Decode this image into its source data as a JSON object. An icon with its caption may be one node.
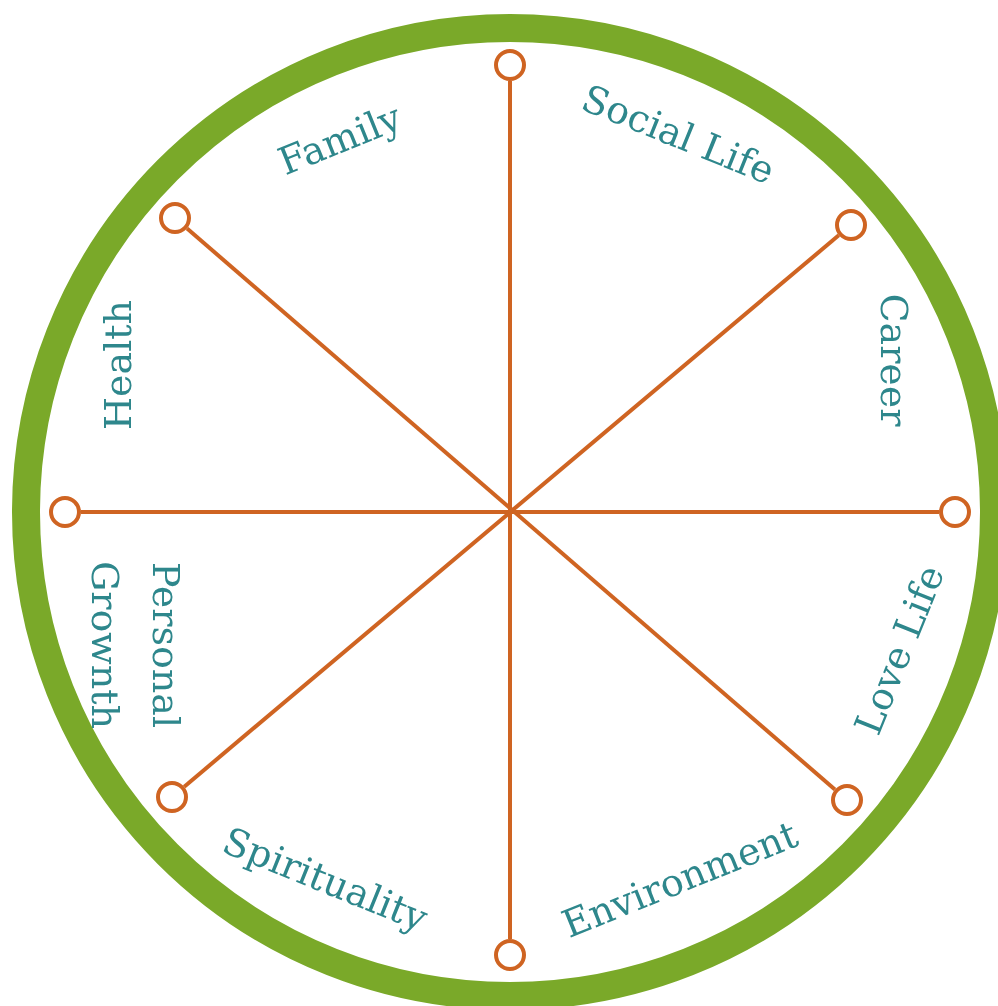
{
  "diagram": {
    "nodes": [
      {
        "text": [],
        "shape": "circle"
      },
      {
        "text": [],
        "shape": "circle"
      },
      {
        "text": [],
        "shape": "circle"
      },
      {
        "text": [],
        "shape": "circle"
      },
      {
        "text": [],
        "shape": "circle"
      },
      {
        "text": [],
        "shape": "circle"
      },
      {
        "text": [],
        "shape": "circle"
      },
      {
        "text": [],
        "shape": "circle"
      }
    ],
    "edges": [
      {
        "from": 0,
        "to": 7,
        "arrow": "none"
      },
      {
        "from": 1,
        "to": 6,
        "arrow": "none"
      },
      {
        "from": 2,
        "to": 5,
        "arrow": "none"
      },
      {
        "from": 3,
        "to": 4,
        "arrow": "none"
      }
    ],
    "labels": [
      "Social Life",
      "Family",
      "Career",
      "Health",
      "Personal Grownth",
      "Love Life",
      "Spirituality",
      "Environment"
    ]
  }
}
